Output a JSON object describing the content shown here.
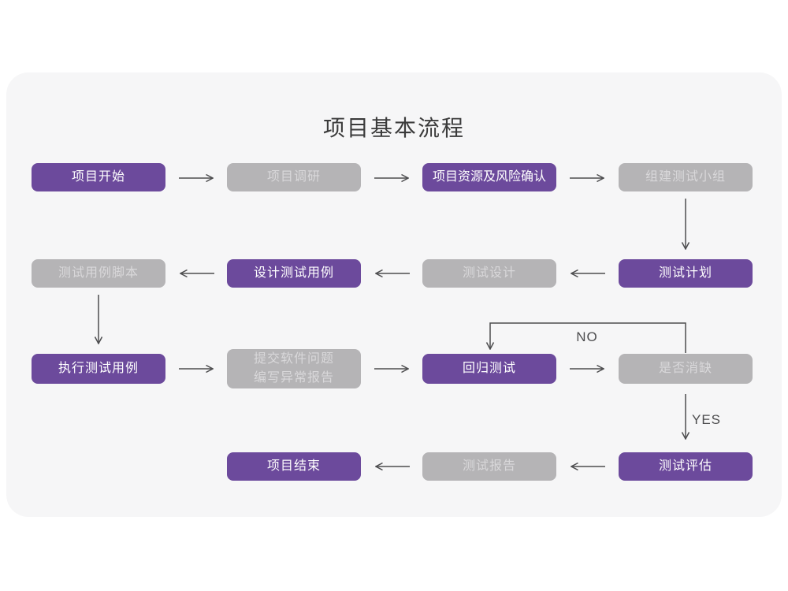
{
  "page": {
    "title": "项目基本流程"
  },
  "flow": {
    "nodes": [
      {
        "id": "project-start",
        "label": "项目开始",
        "variant": "primary"
      },
      {
        "id": "project-research",
        "label": "项目调研",
        "variant": "muted"
      },
      {
        "id": "resources-risk-confirm",
        "label": "项目资源及风险确认",
        "variant": "primary"
      },
      {
        "id": "form-test-team",
        "label": "组建测试小组",
        "variant": "muted"
      },
      {
        "id": "test-case-script",
        "label": "测试用例脚本",
        "variant": "muted"
      },
      {
        "id": "design-test-case",
        "label": "设计测试用例",
        "variant": "primary"
      },
      {
        "id": "test-design",
        "label": "测试设计",
        "variant": "muted"
      },
      {
        "id": "test-plan",
        "label": "测试计划",
        "variant": "primary"
      },
      {
        "id": "execute-test-case",
        "label": "执行测试用例",
        "variant": "primary"
      },
      {
        "id": "submit-issue-report",
        "label": "提交软件问题",
        "label2": "编写异常报告",
        "variant": "muted"
      },
      {
        "id": "regression-test",
        "label": "回归测试",
        "variant": "primary"
      },
      {
        "id": "defect-cleared-check",
        "label": "是否消缺",
        "variant": "muted"
      },
      {
        "id": "project-end",
        "label": "项目结束",
        "variant": "primary"
      },
      {
        "id": "test-report",
        "label": "测试报告",
        "variant": "muted"
      },
      {
        "id": "test-evaluation",
        "label": "测试评估",
        "variant": "primary"
      }
    ],
    "branch_labels": {
      "no": "NO",
      "yes": "YES"
    }
  },
  "colors": {
    "primary_box": "#6c4a9c",
    "muted_box": "#b5b4b6",
    "muted_box_text": "#d9d8da",
    "primary_box_text": "#ffffff",
    "card_background": "#f6f6f7",
    "page_background": "#ffffff",
    "connector": "#4d4d4f",
    "title_text": "#3b3b3b"
  }
}
